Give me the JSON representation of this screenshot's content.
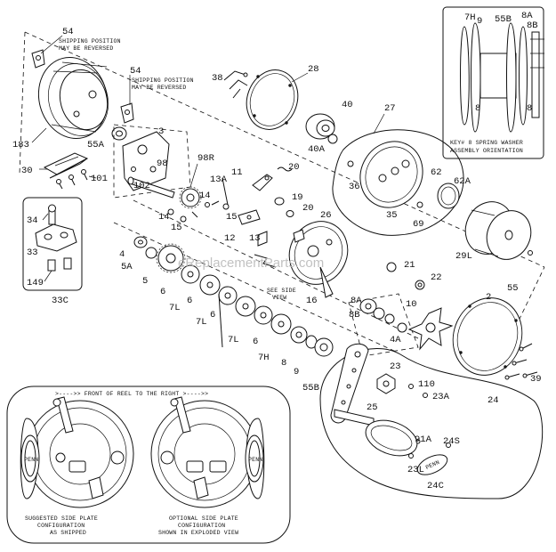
{
  "watermark": "eReplacementParts.com",
  "notes": {
    "shipping_1": [
      "SHIPPING POSITION",
      "MAY BE REVERSED"
    ],
    "shipping_2": [
      "SHIPPING POSITION",
      "MAY BE REVERSED"
    ],
    "see_side": [
      "SEE SIDE",
      "VIEW"
    ],
    "key8": [
      "KEY# 8 SPRING WASHER",
      "ASSEMBLY ORIENTATION"
    ],
    "front": ">---->> FRONT OF REEL TO THE RIGHT >---->>",
    "suggested": [
      "SUGGESTED SIDE PLATE",
      "CONFIGURATION",
      "AS SHIPPED"
    ],
    "optional": [
      "OPTIONAL SIDE PLATE",
      "CONFIGURATION",
      "SHOWN IN EXPLODED VIEW"
    ]
  },
  "logo_text": "PENN",
  "parts": [
    "54",
    "54",
    "183",
    "55A",
    "3",
    "98",
    "98R",
    "102",
    "30",
    "101",
    "34",
    "33",
    "149",
    "33C",
    "38",
    "28",
    "40",
    "40A",
    "27",
    "36",
    "62",
    "62A",
    "35",
    "69",
    "29L",
    "11",
    "20",
    "19",
    "20",
    "26",
    "13A",
    "14",
    "14",
    "15",
    "15",
    "12",
    "13",
    "4",
    "5A",
    "5",
    "6",
    "7L",
    "6",
    "7L",
    "6",
    "7L",
    "6",
    "7H",
    "8",
    "9",
    "55B",
    "16",
    "21",
    "22",
    "8A",
    "8B",
    "4A",
    "10",
    "2",
    "23",
    "110",
    "23A",
    "24",
    "25",
    "91A",
    "24S",
    "23L",
    "24C",
    "39",
    "55",
    "7H",
    "9",
    "55B",
    "8A",
    "8B",
    "8",
    "8"
  ]
}
